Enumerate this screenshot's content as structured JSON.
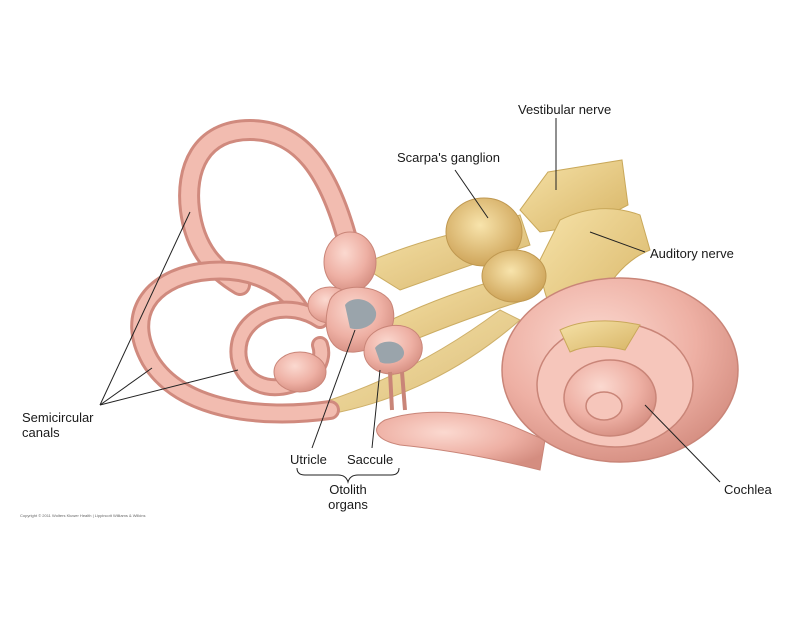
{
  "labels": {
    "vestibular_nerve": "Vestibular nerve",
    "scarpas_ganglion": "Scarpa's ganglion",
    "auditory_nerve": "Auditory nerve",
    "semicircular_canals_line1": "Semicircular",
    "semicircular_canals_line2": "canals",
    "utricle": "Utricle",
    "saccule": "Saccule",
    "otolith_organs_line1": "Otolith",
    "otolith_organs_line2": "organs",
    "cochlea": "Cochlea"
  },
  "copyright": "Copyright © 2011 Wolters Kluwer Health | Lippincott Williams & Wilkins",
  "colors": {
    "membrane": "#eeb0a4",
    "membrane_dark": "#c98578",
    "membrane_light": "#f9d6cd",
    "nerve": "#ecd28a",
    "nerve_dark": "#c9a85a",
    "otolith": "#9aa4ab",
    "leader": "#222222"
  }
}
